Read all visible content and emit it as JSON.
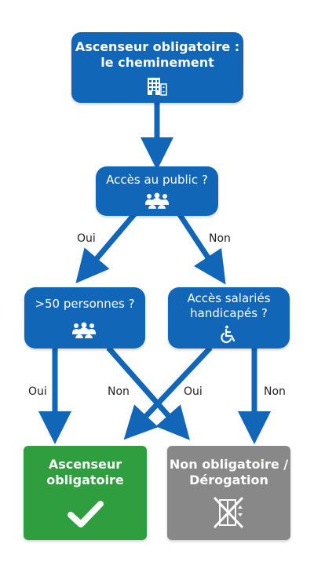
{
  "nodes": {
    "start": {
      "line1": "Ascenseur obligatoire :",
      "line2": "le cheminement",
      "icon": "building-elevator-icon"
    },
    "public": {
      "text": "Accès au public ?",
      "icon": "crowd-icon"
    },
    "fifty": {
      "text": ">50 personnes ?",
      "icon": "crowd-icon"
    },
    "salaries": {
      "line1": "Accès salariés",
      "line2": "handicapés ?",
      "icon": "wheelchair-icon"
    },
    "result_yes": {
      "line1": "Ascenseur",
      "line2": "obligatoire",
      "icon": "checkmark-icon"
    },
    "result_no": {
      "line1": "Non obligatoire /",
      "line2": "Dérogation",
      "icon": "crossed-elevator-icon"
    }
  },
  "edges": {
    "public_oui": "Oui",
    "public_non": "Non",
    "fifty_oui": "Oui",
    "fifty_non": "Non",
    "salaries_oui": "Oui",
    "salaries_non": "Non"
  },
  "colors": {
    "decision": "#1166b8",
    "arrow": "#1166b8",
    "result_yes": "#2f9e3e",
    "result_no": "#888888"
  }
}
